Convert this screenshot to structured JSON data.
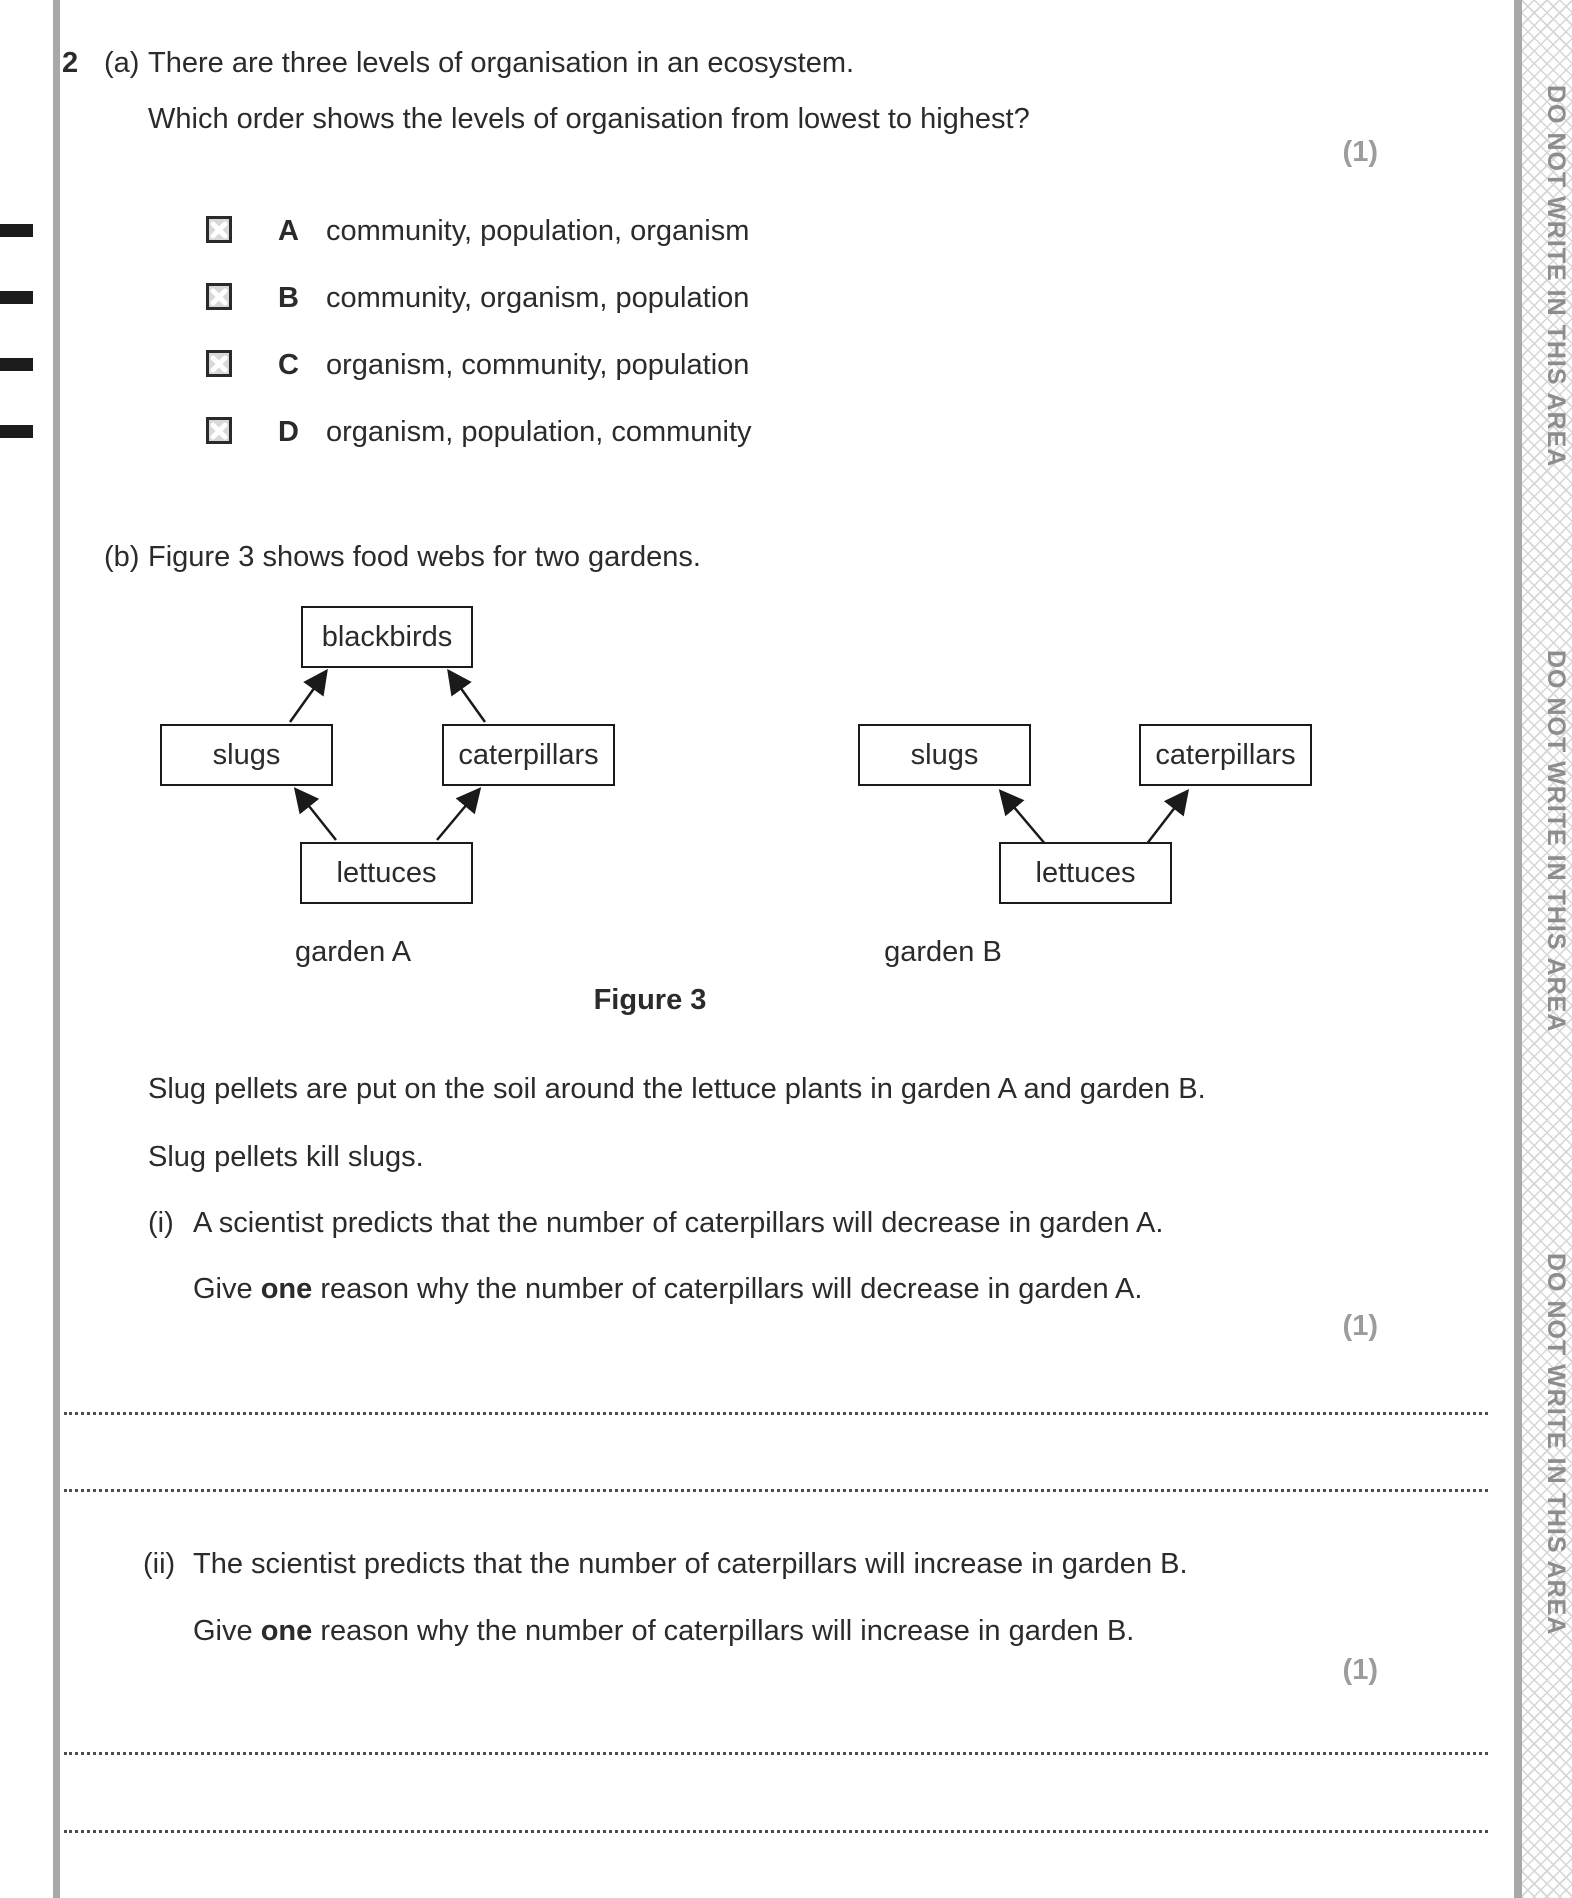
{
  "page": {
    "margin_note": "DO NOT WRITE IN THIS AREA"
  },
  "question": {
    "number": "2",
    "part_a": {
      "label": "(a)",
      "intro": "There are three levels of organisation in an ecosystem.",
      "prompt": "Which order shows the levels of organisation from lowest to highest?",
      "marks": "(1)",
      "options": [
        {
          "letter": "A",
          "text": "community, population, organism"
        },
        {
          "letter": "B",
          "text": "community, organism, population"
        },
        {
          "letter": "C",
          "text": "organism, community, population"
        },
        {
          "letter": "D",
          "text": "organism, population, community"
        }
      ]
    },
    "part_b": {
      "label": "(b)",
      "intro": "Figure 3 shows food webs for two gardens.",
      "figure": {
        "caption": "Figure 3",
        "garden_a": {
          "label": "garden A",
          "top": "blackbirds",
          "left": "slugs",
          "right": "caterpillars",
          "bottom": "lettuces"
        },
        "garden_b": {
          "label": "garden B",
          "left": "slugs",
          "right": "caterpillars",
          "bottom": "lettuces"
        }
      },
      "statement_1": "Slug pellets are put on the soil around the lettuce plants in garden A and garden B.",
      "statement_2": "Slug pellets kill slugs.",
      "part_i": {
        "label": "(i)",
        "text": "A scientist predicts that the number of caterpillars will decrease in garden A.",
        "give_prefix": "Give",
        "give_bold": "one",
        "give_suffix": "reason why the number of caterpillars will decrease in garden A.",
        "marks": "(1)"
      },
      "part_ii": {
        "label": "(ii)",
        "text": "The scientist predicts that the number of caterpillars will increase in garden B.",
        "give_prefix": "Give",
        "give_bold": "one",
        "give_suffix": "reason why the number of caterpillars will increase in garden B.",
        "marks": "(1)"
      }
    }
  }
}
